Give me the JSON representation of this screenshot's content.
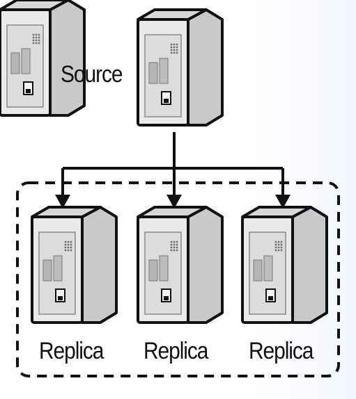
{
  "source": {
    "label": "Source"
  },
  "replicas": [
    {
      "label": "Replica"
    },
    {
      "label": "Replica"
    },
    {
      "label": "Replica"
    }
  ],
  "colors": {
    "outline": "#111111",
    "server_front": "#e8e8e8",
    "server_side": "#c9c9c9",
    "server_top": "#d6d6d6",
    "panel": "#b7b7b7"
  },
  "icons": {
    "server": "server-tower-icon",
    "arrow": "arrow-down-icon"
  }
}
